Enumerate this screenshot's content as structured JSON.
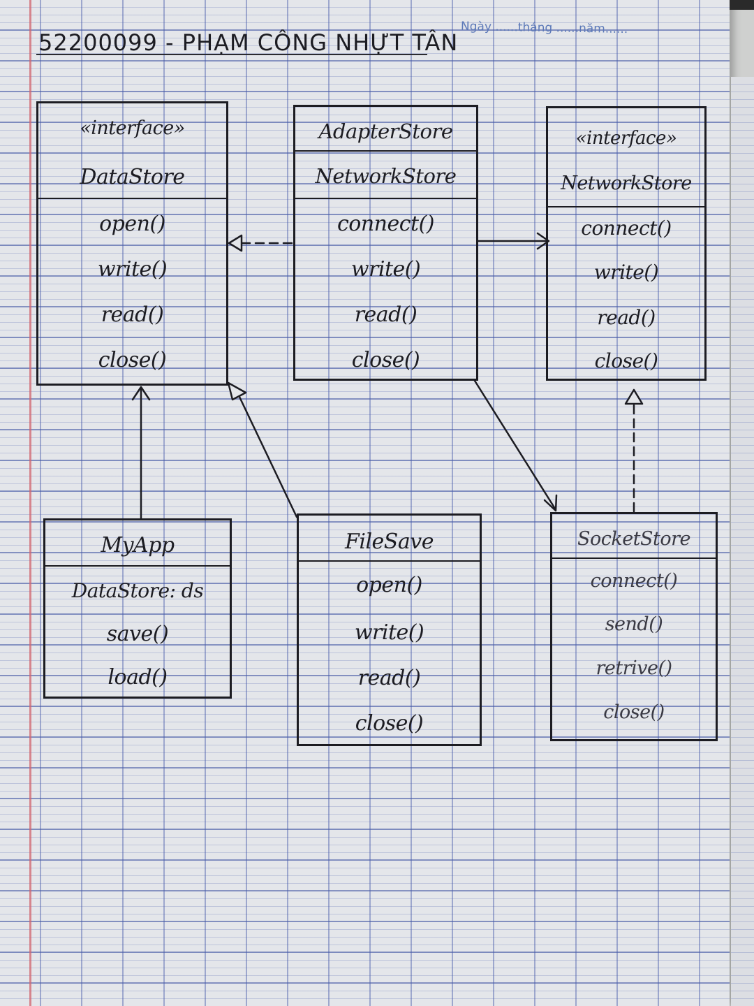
{
  "header": {
    "author": "52200099 - PHẠM CÔNG NHỰT TÂN",
    "date_line": "Ngày ......tháng ......năm......"
  },
  "classes": {
    "data_store": {
      "stereotype": "«interface»",
      "name": "DataStore",
      "methods": [
        "open()",
        "write()",
        "read()",
        "close()"
      ]
    },
    "adapter_store": {
      "name": "AdapterStore",
      "attribute": "NetworkStore",
      "methods": [
        "connect()",
        "write()",
        "read()",
        "close()"
      ]
    },
    "network_store": {
      "stereotype": "«interface»",
      "name": "NetworkStore",
      "methods": [
        "connect()",
        "write()",
        "read()",
        "close()"
      ]
    },
    "my_app": {
      "name": "MyApp",
      "attribute": "DataStore: ds",
      "methods": [
        "save()",
        "load()"
      ]
    },
    "file_save": {
      "name": "FileSave",
      "methods": [
        "open()",
        "write()",
        "read()",
        "close()"
      ]
    },
    "socket_store": {
      "name": "SocketStore",
      "methods": [
        "connect()",
        "send()",
        "retrive()",
        "close()"
      ]
    }
  },
  "colors": {
    "ink": "#1c1c22",
    "paper": "#e4e6ea",
    "grid": "#4a5aa8",
    "margin": "#d2646e",
    "printed_text": "#5c79b8"
  }
}
